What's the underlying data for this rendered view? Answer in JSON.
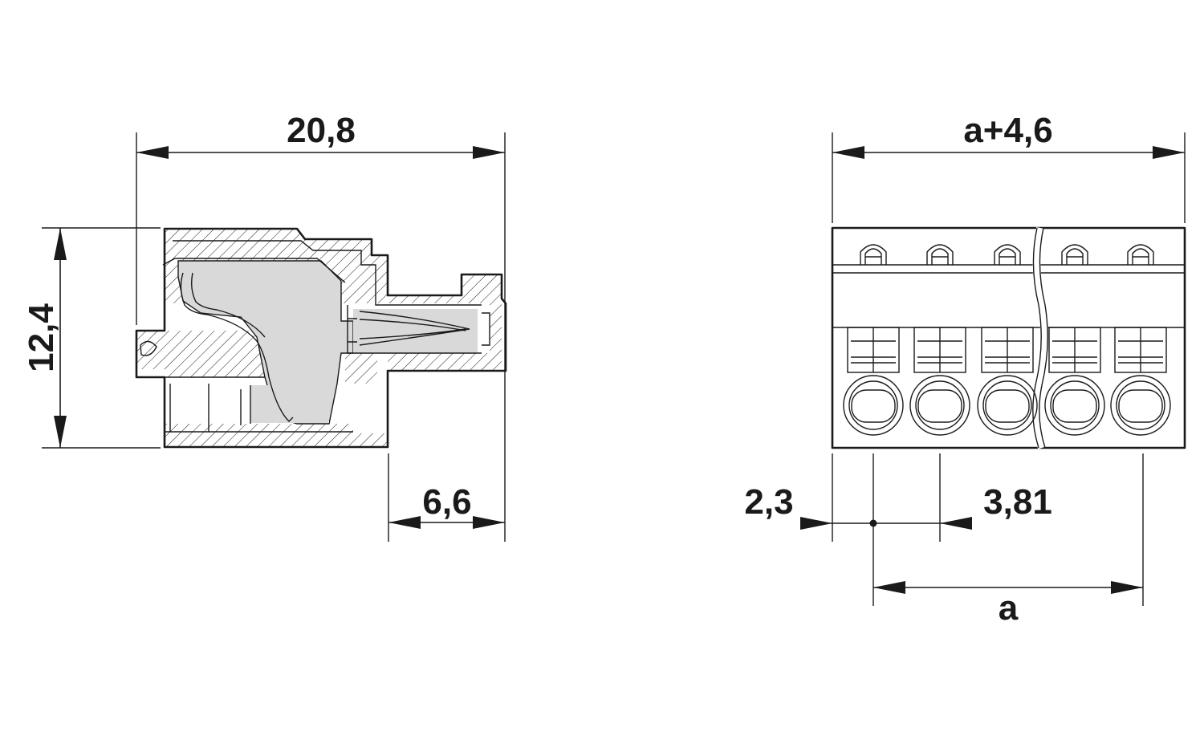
{
  "side_view": {
    "overall_length": "20,8",
    "height": "12,4",
    "pin_offset": "6,6"
  },
  "front_view": {
    "overall_width": "a+4,6",
    "edge_offset": "2,3",
    "pitch": "3,81",
    "pitch_span": "a"
  },
  "colors": {
    "line": "#1a1a1a",
    "section_fill": "#d9d9d9",
    "background": "#ffffff"
  }
}
